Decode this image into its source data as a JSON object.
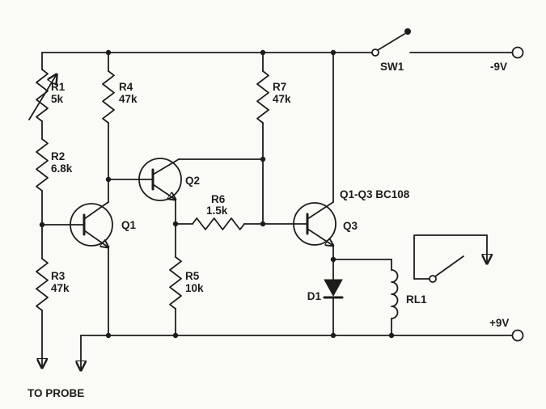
{
  "schematic": {
    "description": "Transistor relay probe circuit schematic (scanned book figure)",
    "labels": {
      "probe": "TO PROBE",
      "transistor_note": "Q1-Q3 BC108",
      "neg_rail": "-9V",
      "pos_rail": "+9V"
    },
    "components": {
      "r1": {
        "ref": "R1",
        "value": "5k",
        "type": "variable-resistor"
      },
      "r2": {
        "ref": "R2",
        "value": "6.8k",
        "type": "resistor"
      },
      "r3": {
        "ref": "R3",
        "value": "47k",
        "type": "resistor"
      },
      "r4": {
        "ref": "R4",
        "value": "47k",
        "type": "resistor"
      },
      "r5": {
        "ref": "R5",
        "value": "10k",
        "type": "resistor"
      },
      "r6": {
        "ref": "R6",
        "value": "1.5k",
        "type": "resistor"
      },
      "r7": {
        "ref": "R7",
        "value": "47k",
        "type": "resistor"
      },
      "q1": {
        "ref": "Q1",
        "type": "transistor"
      },
      "q2": {
        "ref": "Q2",
        "type": "transistor"
      },
      "q3": {
        "ref": "Q3",
        "type": "transistor"
      },
      "d1": {
        "ref": "D1",
        "type": "diode"
      },
      "rl1": {
        "ref": "RL1",
        "type": "relay-coil"
      },
      "sw1": {
        "ref": "SW1",
        "type": "switch"
      }
    },
    "colors": {
      "line": "#1d1d1b",
      "background": "#fafaf7"
    }
  }
}
